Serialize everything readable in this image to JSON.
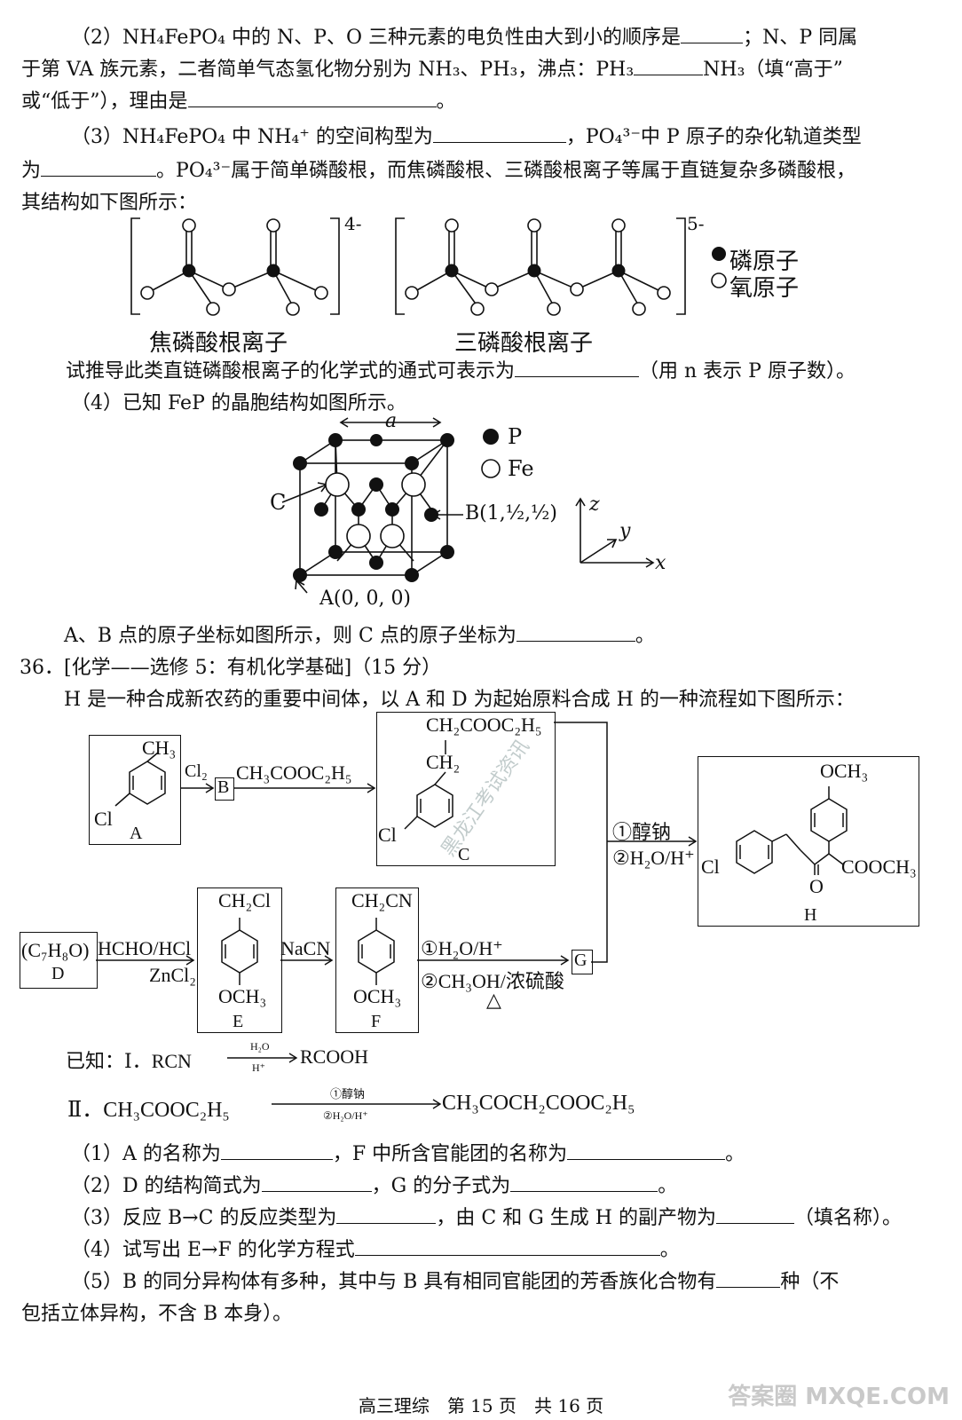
{
  "q35": {
    "p2_l1": "（2）NH₄FePO₄ 中的 N、P、O 三种元素的电负性由大到小的顺序是",
    "p2_l1b": "；N、P 同属",
    "p2_l2a": "于第 VA 族元素，二者简单气态氢化物分别为 NH₃、PH₃，沸点：PH₃",
    "p2_l2b": "NH₃（填“高于”",
    "p2_l3a": "或“低于”），理由是",
    "p2_l3b": "。",
    "p3_l1a": "（3）NH₄FePO₄ 中 NH₄⁺ 的空间构型为",
    "p3_l1b": "，PO₄³⁻中 P 原子的杂化轨道类型",
    "p3_l2a": "为",
    "p3_l2b": "。PO₄³⁻属于简单磷酸根，而焦磷酸根、三磷酸根离子等属于直链复杂多磷酸根，",
    "p3_l3": "其结构如下图所示：",
    "pyro_charge": "4-",
    "tri_charge": "5-",
    "pyro_label": "焦磷酸根离子",
    "tri_label": "三磷酸根离子",
    "legend_p": "磷原子",
    "legend_o": "氧原子",
    "p3_l4a": "试推导此类直链磷酸根离子的化学式的通式可表示为",
    "p3_l4b": "（用 n 表示 P 原子数）。",
    "p4_l1": "（4）已知 FeP 的晶胞结构如图所示。",
    "cell_a": "a",
    "cell_legend_p": "P",
    "cell_legend_fe": "Fe",
    "cell_C": "C",
    "cell_B": "B(1,½,½)",
    "cell_A": "A(0, 0, 0)",
    "axis_z": "z",
    "axis_y": "y",
    "axis_x": "x",
    "p4_l2a": "A、B 点的原子坐标如图所示，则 C 点的原子坐标为",
    "p4_l2b": "。"
  },
  "q36": {
    "head": "36．[化学——选修 5：有机化学基础]（15 分）",
    "intro": "H 是一种合成新农药的重要中间体，以 A 和 D 为起始原料合成 H 的一种流程如下图所示：",
    "A_label": "A",
    "A_ch3": "CH₃",
    "A_cl": "Cl",
    "arrow_cl2": "Cl₂",
    "B_label": "B",
    "reagent_ester": "CH₃COOC₂H₅",
    "C_label": "C",
    "C_top": "CH₂COOC₂H₅",
    "C_mid": "CH₂",
    "C_cl": "Cl",
    "cond_1": "①醇钠",
    "cond_2": "②H₂O/H⁺",
    "H_label": "H",
    "H_och3": "OCH₃",
    "H_cl": "Cl",
    "H_cooch3": "COOCH₃",
    "H_o": "O",
    "D_formula": "(C₇H₈O)",
    "D_label": "D",
    "cond_hcho": "HCHO/HCl",
    "cond_zncl2": "ZnCl₂",
    "E_label": "E",
    "E_top": "CH₂Cl",
    "E_bot": "OCH₃",
    "cond_nacn": "NaCN",
    "F_label": "F",
    "F_top": "CH₂CN",
    "F_bot": "OCH₃",
    "cond_h2o": "①H₂O/H⁺",
    "cond_ch3oh": "②CH₃OH/浓硫酸",
    "cond_heat": "△",
    "G_label": "G",
    "known_a": "已知：Ⅰ．RCN",
    "known_a_over": "H₂O",
    "known_a_under": "H⁺",
    "known_a_prod": "RCOOH",
    "known_b": "Ⅱ．CH₃COOC₂H₅",
    "known_b_over": "①醇钠",
    "known_b_under": "②H₂O/H⁺",
    "known_b_prod": "CH₃COCH₂COOC₂H₅",
    "s1a": "（1）A 的名称为",
    "s1b": "，F 中所含官能团的名称为",
    "s1c": "。",
    "s2a": "（2）D 的结构简式为",
    "s2b": "，G 的分子式为",
    "s2c": "。",
    "s3a": "（3）反应 B→C 的反应类型为",
    "s3b": "，由 C 和 G 生成 H 的副产物为",
    "s3c": "（填名称）。",
    "s4a": "（4）试写出 E→F 的化学方程式",
    "s4b": "。",
    "s5a": "（5）B 的同分异构体有多种，其中与 B 具有相同官能团的芳香族化合物有",
    "s5b": "种（不",
    "s5c": "包括立体异构，不含 B 本身）。"
  },
  "footer": "高三理综　第 15 页　共 16 页",
  "watermark": "黑龙江考试资讯",
  "logo": "答案圈 MXQE.COM"
}
